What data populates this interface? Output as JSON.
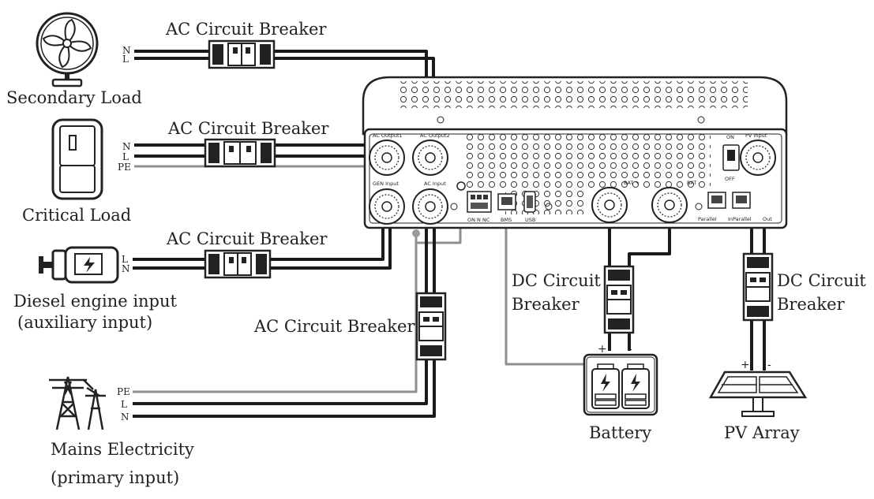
{
  "labels": {
    "secondary_load": "Secondary Load",
    "critical_load": "Critical Load",
    "diesel_line1": "Diesel engine input",
    "diesel_line2": "(auxiliary input)",
    "mains_line1": "Mains Electricity",
    "mains_line2": "(primary input)",
    "battery": "Battery",
    "pv_array": "PV Array",
    "breaker_ac_1": "AC Circuit Breaker",
    "breaker_ac_2": "AC Circuit Breaker",
    "breaker_ac_3": "AC Circuit Breaker",
    "breaker_ac_4": "AC Circuit Breaker",
    "breaker_dc_battery_1": "DC Circuit",
    "breaker_dc_battery_2": "Breaker",
    "breaker_dc_pv_1": "DC Circuit",
    "breaker_dc_pv_2": "Breaker"
  },
  "wire_labels": {
    "secondary": [
      "N",
      "L"
    ],
    "critical": [
      "N",
      "L",
      "PE"
    ],
    "diesel": [
      "L",
      "N"
    ],
    "mains": [
      "PE",
      "L",
      "N"
    ],
    "battery": [
      "+",
      "-"
    ],
    "pv": [
      "+",
      "-"
    ]
  },
  "ports": {
    "ac_output1": "AC Output1",
    "ac_output2": "AC Output2",
    "gen_input": "GEN Input",
    "ac_input": "AC Input",
    "pv_input": "PV Input",
    "on": "ON",
    "off": "OFF",
    "bat_plus": "BAT +",
    "bat_minus": "BAT -",
    "bms": "BMS",
    "usb": "USB",
    "relay": "ON N NC",
    "parallel": "Parallel",
    "inparallel": "InParallel",
    "out": "Out"
  },
  "colors": {
    "wire": "#1a1a1a",
    "ground_wire": "#8f8f8f",
    "outline": "#222222"
  },
  "icons": [
    "fan-icon",
    "switch-icon",
    "generator-icon",
    "pylon-icon",
    "battery-icon",
    "solar-panel-icon"
  ]
}
